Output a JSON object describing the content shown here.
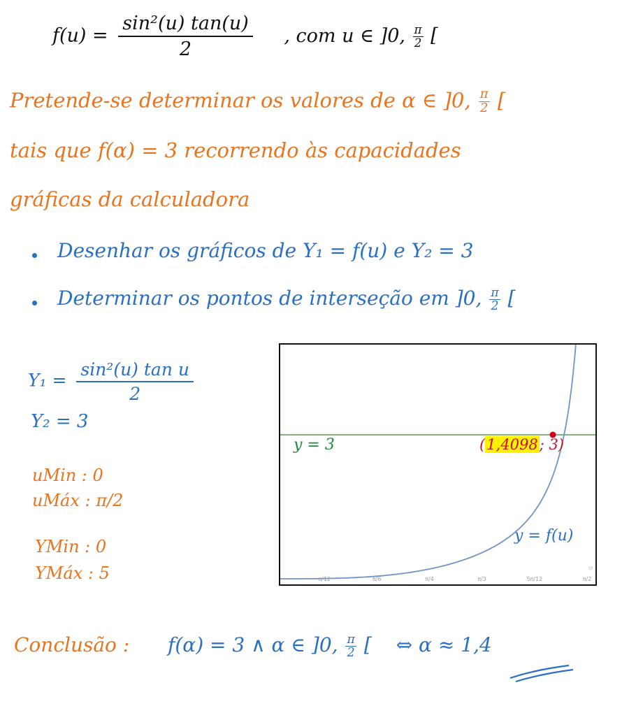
{
  "header": {
    "lhs": "f(u) =",
    "num": "sin²(u) tan(u)",
    "den": "2",
    "condition": ", com  u ∈ ]0,",
    "pi": "π",
    "two": "2",
    "close": "["
  },
  "intro": {
    "line1": "Pretende-se determinar os valores de α ∈ ]0,",
    "line1_pi": "π",
    "line1_two": "2",
    "line1_close": "[",
    "line2": "tais que  f(α) = 3  recorrendo às capacidades",
    "line3": "gráficas  da calculadora"
  },
  "steps": {
    "step1": "Desenhar os gráficos de  Y₁ = f(u)  e  Y₂ = 3",
    "step2": "Determinar os pontos de interseção em ]0,",
    "step2_pi": "π",
    "step2_two": "2",
    "step2_close": "["
  },
  "settings": {
    "y1_lhs": "Y₁ =",
    "y1_num": "sin²(u) tan u",
    "y1_den": "2",
    "y2": "Y₂ = 3",
    "umin": "uMin : 0",
    "umax": "uMáx : π/2",
    "ymin": "YMin : 0",
    "ymax": "YMáx : 5"
  },
  "graph": {
    "hline_label": "y = 3",
    "curve_label": "y = f(u)",
    "point_open": "(",
    "point_x": "1,4098",
    "point_rest": "; 3)",
    "tick_labels": [
      "π/12",
      "π/6",
      "π/4",
      "π/3",
      "5π/12",
      "π/2"
    ],
    "corner_mark": "cl"
  },
  "conclusion": {
    "label": "Conclusão :",
    "text": "f(α) = 3  ∧  α ∈ ]0,",
    "pi": "π",
    "two": "2",
    "close": "[",
    "result": "⇔  α ≈ 1,4"
  },
  "colors": {
    "orange": "#e8741f",
    "blue": "#2a6fc4",
    "green": "#1f8a3a",
    "red": "#c8102e",
    "highlight": "#fff200"
  }
}
